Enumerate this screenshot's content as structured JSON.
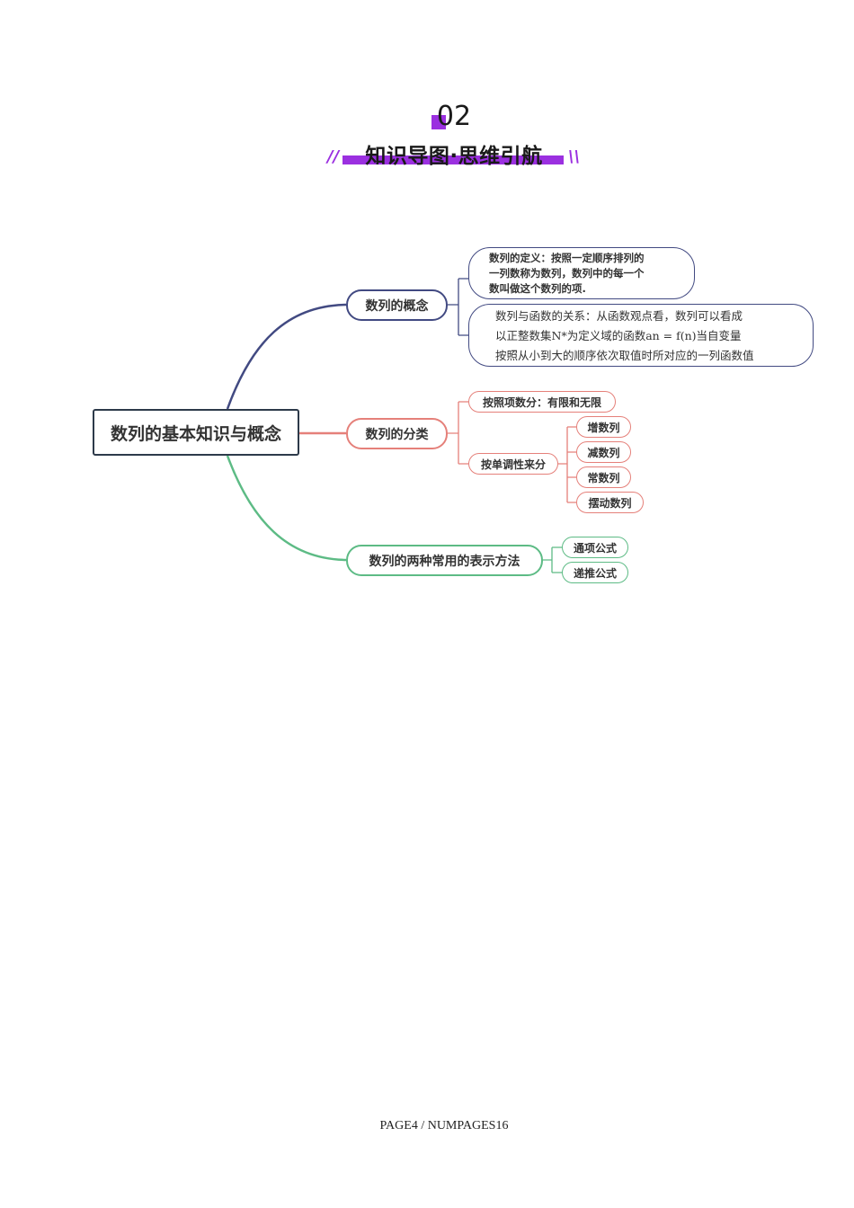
{
  "header": {
    "number": "02",
    "title": "知识导图·思维引航",
    "left_deco": "//",
    "right_deco": "\\\\",
    "accent_color": "#9b30e0"
  },
  "mindmap": {
    "root": "数列的基本知识与概念",
    "branches": [
      {
        "label": "数列的概念",
        "color": "#424a82",
        "definition": {
          "lines": [
            "数列的定义：按照一定顺序排列的",
            "一列数称为数列，数列中的每一个",
            "数叫做这个数列的项."
          ]
        },
        "relation": {
          "lines": [
            "数列与函数的关系：从函数观点看，数列可以看成",
            "以正整数集N*为定义域的函数an = f(n)当自变量",
            "按照从小到大的顺序依次取值时所对应的一列函数值"
          ]
        }
      },
      {
        "label": "数列的分类",
        "color": "#e5807a",
        "by_terms": "按照项数分：有限和无限",
        "by_monotonic": "按单调性来分",
        "monotonic_types": [
          "增数列",
          "减数列",
          "常数列",
          "摆动数列"
        ]
      },
      {
        "label": "数列的两种常用的表示方法",
        "color": "#5dbb85",
        "methods": [
          "通项公式",
          "递推公式"
        ]
      }
    ]
  },
  "footer": {
    "text": "PAGE4 / NUMPAGES16"
  }
}
